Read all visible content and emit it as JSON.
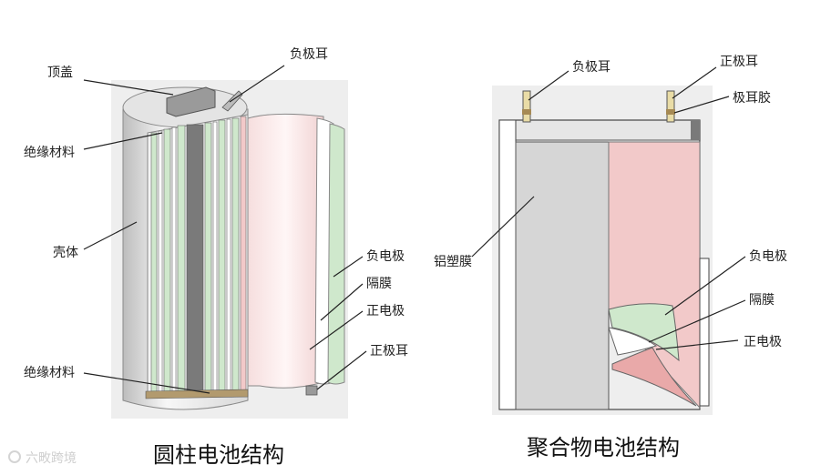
{
  "colors": {
    "pink": "#f2c9c9",
    "green": "#cfe8cc",
    "gray_panel": "#d6d6d6",
    "dark_band": "#7a7a7a",
    "brown_strip": "#b29a6e"
  },
  "cylindrical": {
    "caption": "圆柱电池结构",
    "labels": {
      "top_cover": "顶盖",
      "neg_tab": "负极耳",
      "insulation_top": "绝缘材料",
      "shell": "壳体",
      "neg_electrode": "负电极",
      "separator": "隔膜",
      "pos_electrode": "正电极",
      "pos_tab": "正极耳",
      "insulation_bottom": "绝缘材料"
    }
  },
  "pouch": {
    "caption": "聚合物电池结构",
    "labels": {
      "neg_tab": "负极耳",
      "pos_tab": "正极耳",
      "tab_glue": "极耳胶",
      "al_film": "铝塑膜",
      "neg_electrode": "负电极",
      "separator": "隔膜",
      "pos_electrode": "正电极"
    }
  },
  "watermark": "六畋跨境"
}
